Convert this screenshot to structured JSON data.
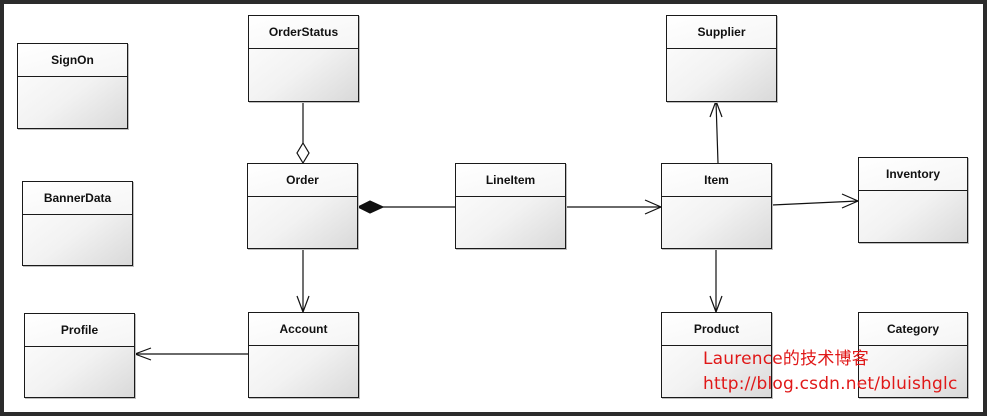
{
  "classes": {
    "sign_on": "SignOn",
    "banner_data": "BannerData",
    "profile": "Profile",
    "order_status": "OrderStatus",
    "order": "Order",
    "account": "Account",
    "line_item": "LineItem",
    "supplier": "Supplier",
    "item": "Item",
    "inventory": "Inventory",
    "product": "Product",
    "category": "Category"
  },
  "watermark": {
    "line1": "Laurence的技术博客",
    "line2": "http://blog.csdn.net/bluishglc"
  },
  "colors": {
    "watermark": "#e01818",
    "frame": "#2b2b2b"
  }
}
